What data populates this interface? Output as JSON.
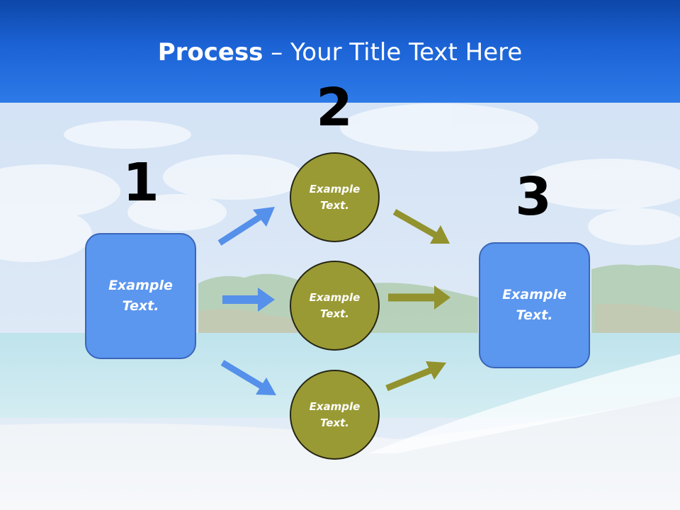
{
  "slide": {
    "title_bold": "Process",
    "title_rest": " – Your Title Text Here"
  },
  "steps": {
    "num1": "1",
    "num2": "2",
    "num3": "3"
  },
  "boxes": {
    "left": "Example Text.",
    "right": "Example Text."
  },
  "circles": {
    "top": "Example Text.",
    "middle": "Example Text.",
    "bottom": "Example Text."
  },
  "colors": {
    "header": "#1c63d6",
    "box_fill": "#5b96ef",
    "circle_fill": "#9a9a35",
    "blue_arrow": "#5590ea",
    "olive_arrow": "#92922e"
  }
}
